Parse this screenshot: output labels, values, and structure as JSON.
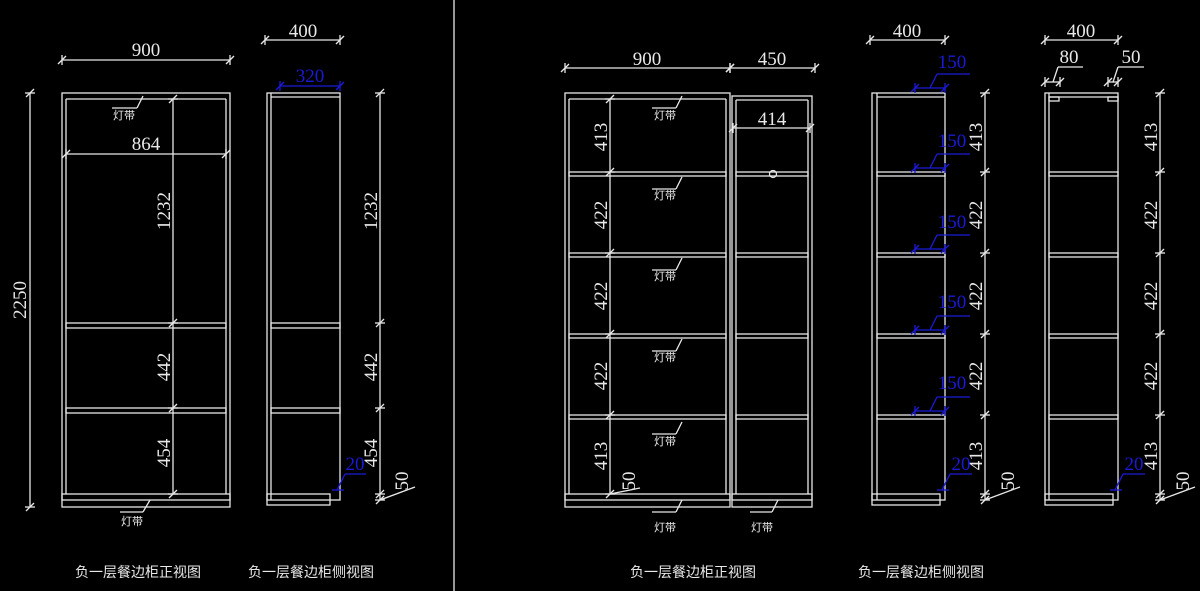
{
  "left_drawing": {
    "front": {
      "width": "900",
      "inner_width": "864",
      "height": "2250",
      "sections": [
        "1232",
        "442",
        "454"
      ],
      "light_strip_top": "灯带",
      "light_strip_bottom": "灯带",
      "caption": "负一层餐边柜正视图"
    },
    "side": {
      "depth": "400",
      "inner_depth": "320",
      "sections": [
        "1232",
        "442",
        "454"
      ],
      "gap": "20",
      "plinth": "50",
      "caption": "负一层餐边柜侧视图"
    }
  },
  "right_drawing": {
    "front": {
      "main_width": "900",
      "sub_width": "450",
      "sub_inner_width": "414",
      "sections": [
        "413",
        "422",
        "422",
        "422",
        "413"
      ],
      "light_strip": "灯带",
      "plinth": "50",
      "caption": "负一层餐边柜正视图"
    },
    "side_a": {
      "depth": "400",
      "strip_offset": "150",
      "sections": [
        "413",
        "422",
        "422",
        "422",
        "413"
      ],
      "gap": "20",
      "plinth": "50"
    },
    "side_b": {
      "depth": "400",
      "front_offset": "80",
      "back_offset": "50",
      "sections": [
        "413",
        "422",
        "422",
        "422",
        "413"
      ],
      "gap": "20",
      "plinth": "50"
    },
    "side_caption": "负一层餐边柜侧视图"
  }
}
